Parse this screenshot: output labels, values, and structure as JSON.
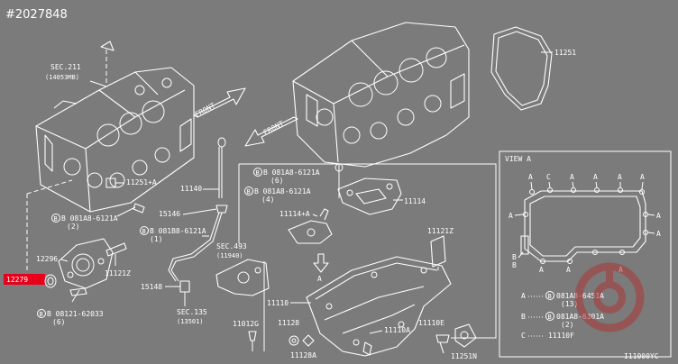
{
  "diagram": {
    "id_label": "#2027848",
    "footer_code": "I11000YC",
    "highlight_color": "#e8001a",
    "background_color": "#7b7b7b",
    "line_color": "#ffffff",
    "labels": {
      "sec211": "SEC.211",
      "sec211_sub": "(14053MB)",
      "front_1": "FRONT",
      "front_2": "FRONT",
      "p11251": "11251",
      "p11251a": "11251+A",
      "bolt_081ab6121a_left": "B 081A8-6121A",
      "bolt_081ab6121a_left_qty": "(2)",
      "p12296": "12296",
      "p12279": "12279",
      "p11121z_left": "11121Z",
      "bolt_08121_62033": "B 08121-62033",
      "bolt_08121_62033_qty": "(6)",
      "p11140": "11140",
      "p15146": "15146",
      "bolt_081b8_6121a": "B 081B8-6121A",
      "bolt_081b8_6121a_qty": "(1)",
      "sec493": "SEC.493",
      "sec493_sub": "(11940)",
      "p15148": "15148",
      "sec135": "SEC.135",
      "sec135_sub": "(13501)",
      "bolt_top_1": "B 081A8-6121A",
      "bolt_top_1_qty": "(6)",
      "bolt_top_2": "B 081A8-6121A",
      "bolt_top_2_qty": "(4)",
      "p11114": "11114",
      "p11114a": "11114+A",
      "p11121z_right": "11121Z",
      "p11110": "11110",
      "p11012g": "11012G",
      "p11128": "11128",
      "p11128a": "11128A",
      "p11110a": "11110A",
      "p11110e": "11110E",
      "p11251n": "11251N"
    },
    "view_a": {
      "title": "VIEW A",
      "marker_a": "A",
      "marker_b": "B",
      "marker_c": "C",
      "legend": [
        {
          "key": "A",
          "part": "081A8-6451A",
          "qty": "(13)"
        },
        {
          "key": "B",
          "part": "081A8-6301A",
          "qty": "(2)"
        },
        {
          "key": "C",
          "part": "11110F",
          "qty": ""
        }
      ]
    }
  }
}
